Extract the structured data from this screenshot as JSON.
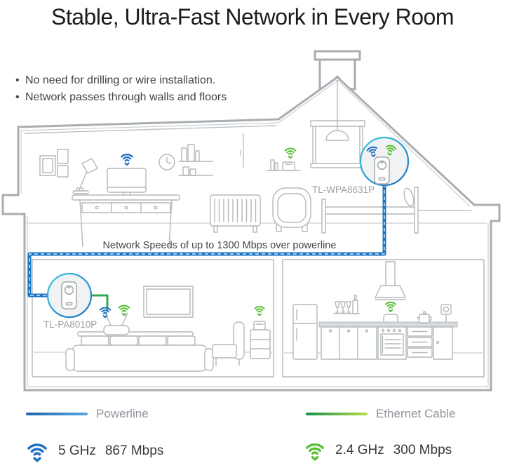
{
  "title": "Stable, Ultra-Fast Network in Every Room",
  "bullets": {
    "dot": "•",
    "item1": "No need for drilling or wire installation.",
    "item2": "Network passes through walls and floors"
  },
  "diagram": {
    "note": "Network Speeds of up to 1300 Mbps over powerline",
    "attic_adapter_label": "TL-WPA8631P",
    "room_adapter_label": "TL-PA8010P",
    "powerline_cable_color": "#1b74c5",
    "ethernet_cable_color": "#2fad4e",
    "wifi_blue": "#2272c3",
    "wifi_green": "#58c133",
    "device_circle_fill": "#f0f2f4"
  },
  "legend": {
    "powerline": {
      "label": "Powerline",
      "color_start": "#1c64ad",
      "color_end": "#5aa7e0"
    },
    "ethernet": {
      "label": "Ethernet Cable",
      "color_start": "#12924a",
      "color_end": "#b9d94e"
    }
  },
  "wifi": {
    "band5": {
      "band": "5 GHz",
      "speed": "867 Mbps",
      "color": "#2272c3"
    },
    "band24": {
      "band": "2.4 GHz",
      "speed": "300 Mbps",
      "color": "#58c133"
    }
  },
  "icons": {
    "wifi": "wifi-signal-arcs-with-arrow",
    "adapter": "powerline-wall-adapter"
  }
}
